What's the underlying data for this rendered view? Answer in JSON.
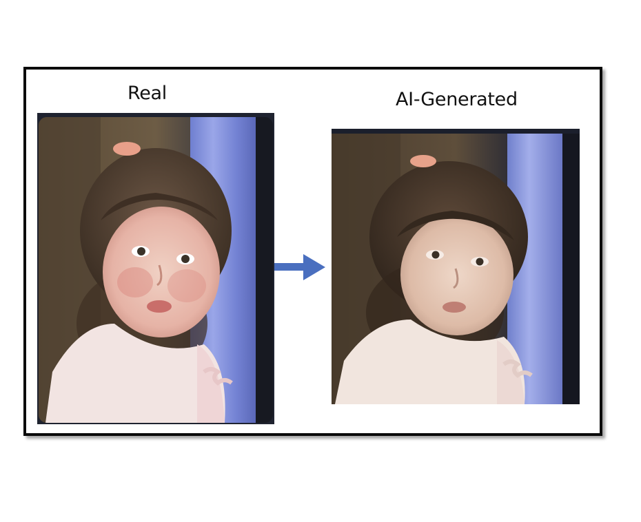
{
  "labels": {
    "real": "Real",
    "ai_generated": "AI-Generated"
  },
  "images": {
    "real": "photo of a toddler with hair clip, pink sweater, beside a blue curtain",
    "ai_generated": "AI-generated version of the same toddler photo"
  },
  "arrow_icon": "right-arrow-icon",
  "colors": {
    "arrow": "#4a6fbf",
    "frame_border": "#0a0a0a",
    "curtain": "#7f8fd6",
    "sweater": "#f2e3e1",
    "hair": "#4a3a2c",
    "skin": "#e9c2b5"
  }
}
